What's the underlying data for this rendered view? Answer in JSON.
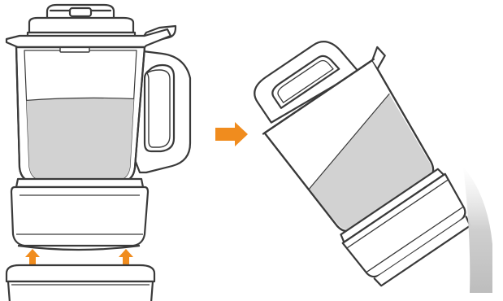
{
  "diagram": {
    "steps": [
      {
        "id": "lift-jug",
        "arrow_direction": "up",
        "arrow_count": 2
      },
      {
        "id": "transition",
        "arrow_direction": "right"
      },
      {
        "id": "pour-jug",
        "tilt": "forward"
      }
    ],
    "colors": {
      "outline": "#3a3a3a",
      "arrow": "#f08c1e",
      "liquid": "#d2d2d2",
      "pour": "#c8c8c8",
      "body": "#ffffff"
    },
    "icons": [
      "blender-jug-icon",
      "blender-base-icon",
      "lift-arrow-icon",
      "next-step-arrow-icon",
      "pouring-jug-icon",
      "pouring-stream-icon"
    ]
  }
}
